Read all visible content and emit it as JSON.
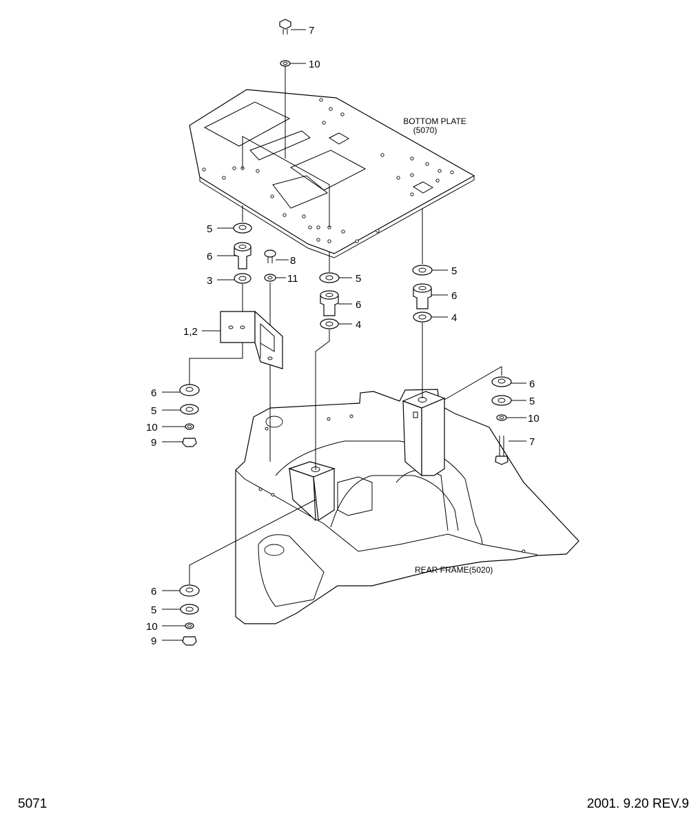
{
  "labels": {
    "bottom_plate": [
      "BOTTOM PLATE",
      "(5070)"
    ],
    "rear_frame": "REAR FRAME(5020)"
  },
  "callouts": {
    "c7_top": "7",
    "c10_top": "10",
    "c5_left": "5",
    "c6_left": "6",
    "c8": "8",
    "c3": "3",
    "c11": "11",
    "c12": "1,2",
    "c5_mid": "5",
    "c6_mid": "6",
    "c4_mid": "4",
    "c5_right": "5",
    "c6_right": "6",
    "c4_right": "4",
    "c6_far": "6",
    "c5_far": "5",
    "c10_far": "10",
    "c7_far": "7",
    "c6_lower": "6",
    "c5_lower": "5",
    "c10_lower": "10",
    "c9_lower": "9",
    "c6_bottom": "6",
    "c5_bottom": "5",
    "c10_bottom": "10",
    "c9_bottom": "9"
  },
  "footer": {
    "page_number": "5071",
    "revision": "2001. 9.20  REV.9"
  }
}
